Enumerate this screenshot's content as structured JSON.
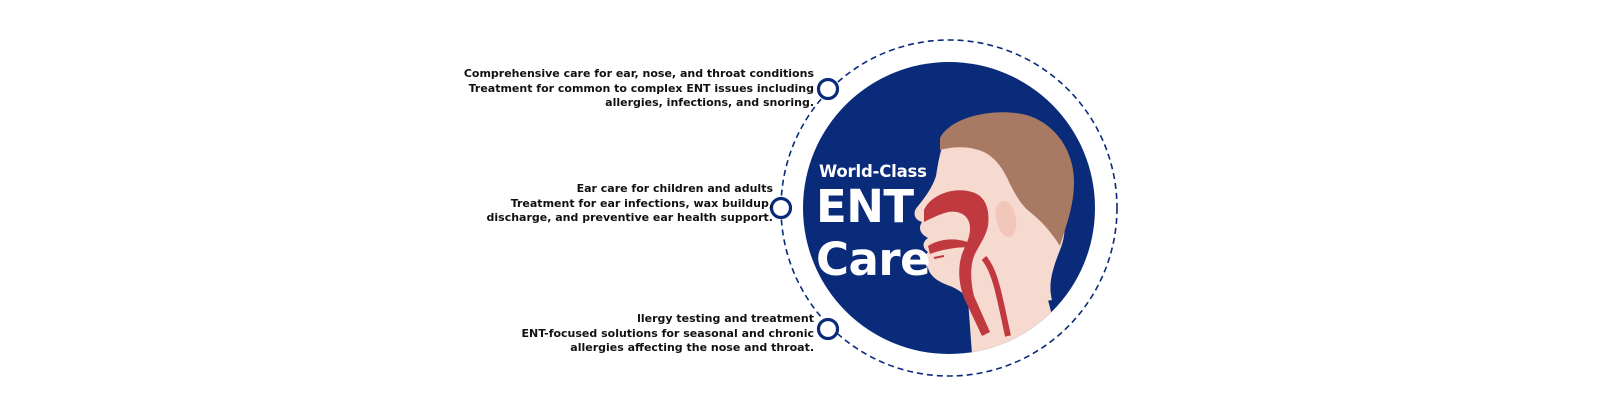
{
  "headline": {
    "small": "World-Class",
    "line1": "ENT",
    "line2": "Care"
  },
  "services": [
    {
      "title": "Comprehensive care for ear, nose, and throat conditions",
      "line2": "Treatment for common to complex ENT issues including",
      "line3": "allergies, infections, and snoring."
    },
    {
      "title": "Ear care for children and adults",
      "line2": "Treatment for ear infections, wax buildup,",
      "line3": "discharge, and preventive ear health support."
    },
    {
      "title": "llergy testing and treatment",
      "line2": "ENT-focused solutions for seasonal and chronic",
      "line3": "allergies affecting the nose and throat."
    }
  ],
  "colors": {
    "navy": "#0a2a7a",
    "airway": "#c0393f",
    "skin": "#f6d9cf",
    "hair": "#a87a63"
  },
  "illustration": {
    "subject": "head-profile-airway-icon"
  }
}
